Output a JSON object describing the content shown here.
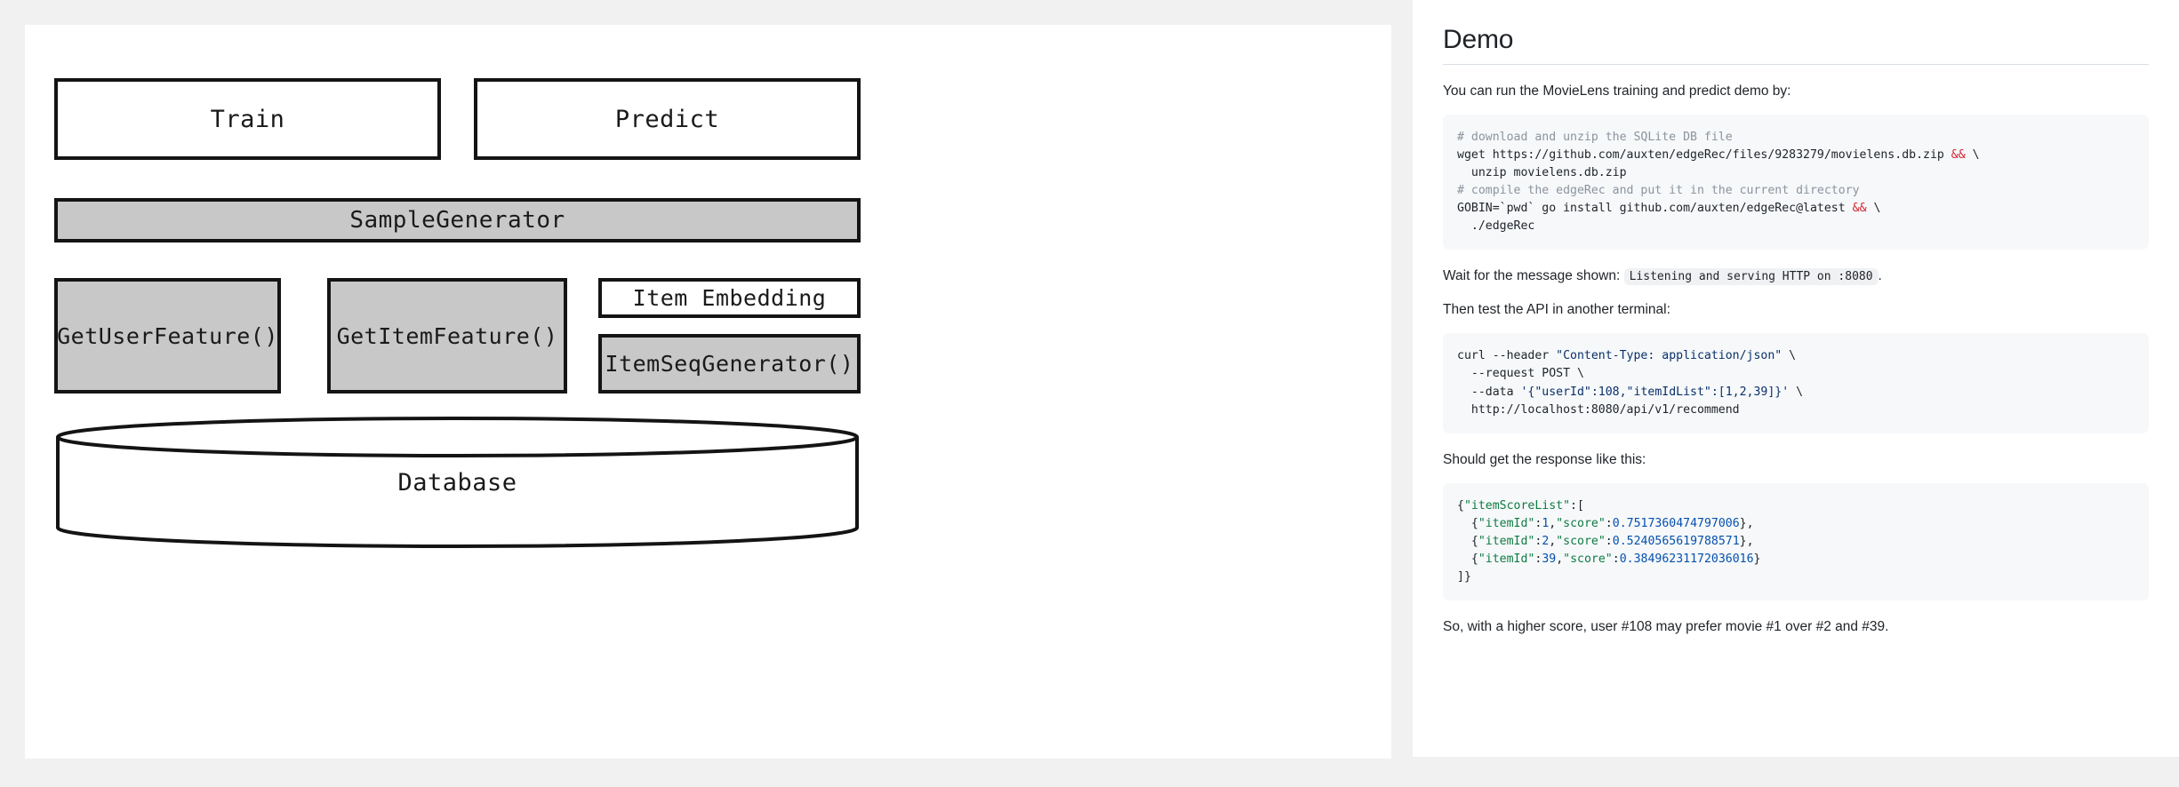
{
  "colors": {
    "page_background": "#f1f1f1",
    "panel_background": "#ffffff",
    "node_stroke": "#141414",
    "node_fill_gray": "#c8c8c8",
    "node_fill_white": "#ffffff",
    "code_background": "#f6f8fa",
    "comment": "#8b949e",
    "operator_red": "#d1242f",
    "json_string_green": "#0f7b42",
    "json_number_blue": "#0550ae",
    "shell_string_navy": "#0a3069",
    "heading_text": "#1f2328",
    "rule": "#d8dee4"
  },
  "diagram": {
    "nodes": [
      {
        "id": "train",
        "label": "Train",
        "fill": "white"
      },
      {
        "id": "predict",
        "label": "Predict",
        "fill": "white"
      },
      {
        "id": "samplegenerator",
        "label": "SampleGenerator",
        "fill": "gray"
      },
      {
        "id": "getuserfeature",
        "label": "GetUserFeature()",
        "fill": "gray"
      },
      {
        "id": "getitemfeature",
        "label": "GetItemFeature()",
        "fill": "gray"
      },
      {
        "id": "itemembedding",
        "label": "Item Embedding",
        "fill": "white"
      },
      {
        "id": "itemseqgenerator",
        "label": "ItemSeqGenerator()",
        "fill": "gray"
      },
      {
        "id": "database",
        "label": "Database",
        "fill": "white",
        "shape": "cylinder"
      }
    ]
  },
  "readme": {
    "title": "Demo",
    "intro": "You can run the MovieLens training and predict demo by:",
    "code_install": {
      "lines": [
        {
          "t": "comment",
          "text": "# download and unzip the SQLite DB file"
        },
        {
          "t": "cmd_amp",
          "pre": "wget https://github.com/auxten/edgeRec/files/9283279/movielens.db.zip ",
          "op": "&&",
          "post": " \\"
        },
        {
          "t": "plain",
          "text": "  unzip movielens.db.zip"
        },
        {
          "t": "comment",
          "text": "# compile the edgeRec and put it in the current directory"
        },
        {
          "t": "cmd_amp",
          "pre": "GOBIN=`pwd` go install github.com/auxten/edgeRec@latest ",
          "op": "&&",
          "post": " \\"
        },
        {
          "t": "plain",
          "text": "  ./edgeRec"
        }
      ]
    },
    "wait_prefix": "Wait for the message shown:",
    "wait_code": "Listening and serving HTTP on :8080",
    "wait_suffix": ".",
    "then_test": "Then test the API in another terminal:",
    "code_curl": {
      "line1_pre": "curl --header ",
      "line1_str": "\"Content-Type: application/json\"",
      "line1_post": " \\",
      "line2": "  --request POST \\",
      "line3_pre": "  --data ",
      "line3_str": "'{\"userId\":108,\"itemIdList\":[1,2,39]}'",
      "line3_post": " \\",
      "line4": "  http://localhost:8080/api/v1/recommend"
    },
    "response_intro": "Should get the response like this:",
    "code_response": {
      "l1_a": "{",
      "l1_key": "\"itemScoreList\"",
      "l1_b": ":[",
      "rows": [
        {
          "key1": "\"itemId\"",
          "val1": "1",
          "key2": "\"score\"",
          "val2": "0.7517360474797006",
          "tail": "},"
        },
        {
          "key1": "\"itemId\"",
          "val1": "2",
          "key2": "\"score\"",
          "val2": "0.5240565619788571",
          "tail": "},"
        },
        {
          "key1": "\"itemId\"",
          "val1": "39",
          "key2": "\"score\"",
          "val2": "0.38496231172036016",
          "tail": "}"
        }
      ],
      "close": "]}"
    },
    "conclusion": "So, with a higher score, user #108 may prefer movie #1 over #2 and #39."
  }
}
